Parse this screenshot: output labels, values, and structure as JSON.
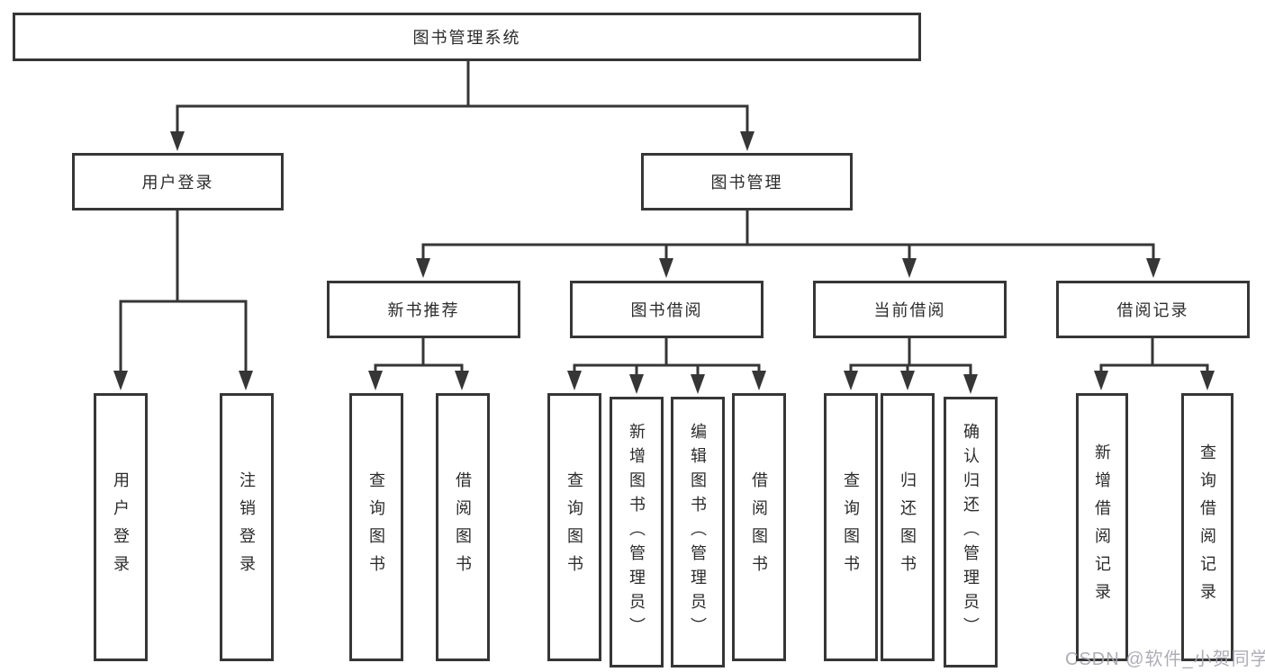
{
  "tree": {
    "root": "图书管理系统",
    "children": [
      {
        "label": "用户登录",
        "children": [
          "用户登录",
          "注销登录"
        ]
      },
      {
        "label": "图书管理",
        "children": [
          {
            "label": "新书推荐",
            "children": [
              "查询图书",
              "借阅图书"
            ]
          },
          {
            "label": "图书借阅",
            "children": [
              "查询图书",
              "新增图书（管理员）",
              "编辑图书（管理员）",
              "借阅图书"
            ]
          },
          {
            "label": "当前借阅",
            "children": [
              "查询图书",
              "归还图书",
              "确认归还（管理员）"
            ]
          },
          {
            "label": "借阅记录",
            "children": [
              "新增借阅记录",
              "查询借阅记录"
            ]
          }
        ]
      }
    ]
  },
  "watermark": {
    "text": "CSDN @软件_小贺同学"
  },
  "colors": {
    "line": "#363636",
    "box_border": "#363636",
    "text": "#2b2b2b",
    "watermark": "#a5a5af",
    "background": "#ffffff"
  }
}
